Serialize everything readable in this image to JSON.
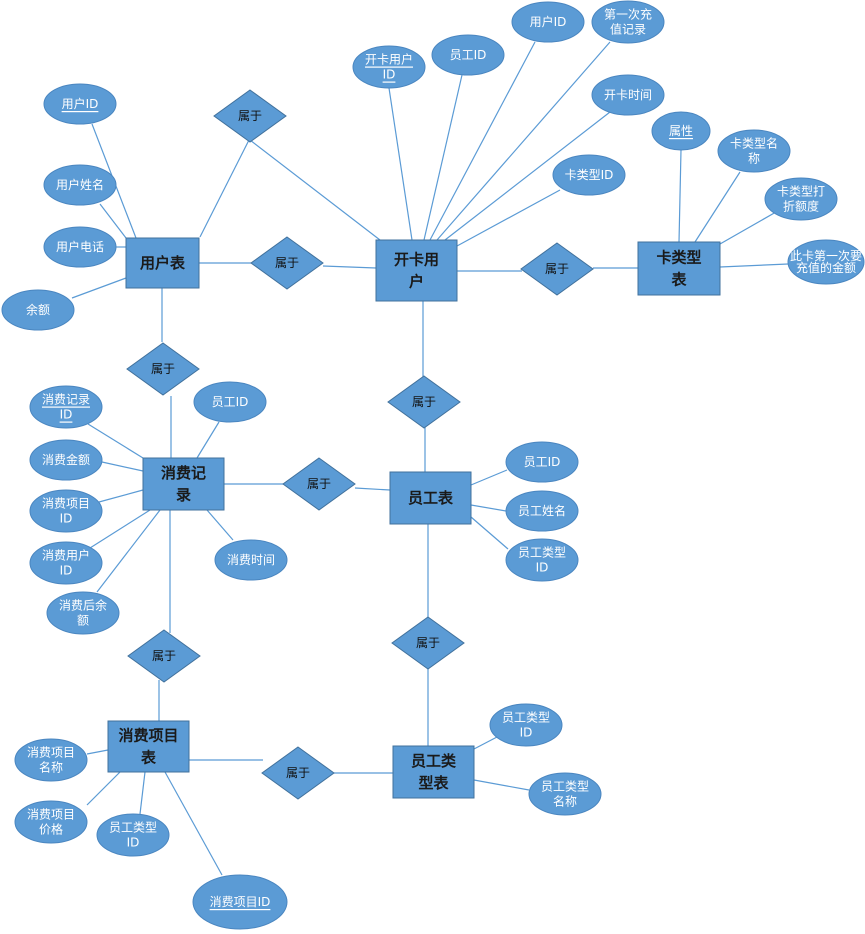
{
  "diagram": {
    "entities": [
      {
        "id": "user_table",
        "label": [
          "用户表"
        ]
      },
      {
        "id": "card_user",
        "label": [
          "开卡用",
          "户"
        ]
      },
      {
        "id": "card_type",
        "label": [
          "卡类型",
          "表"
        ]
      },
      {
        "id": "consume_record",
        "label": [
          "消费记",
          "录"
        ]
      },
      {
        "id": "employee",
        "label": [
          "员工表"
        ]
      },
      {
        "id": "consume_item",
        "label": [
          "消费项目",
          "表"
        ]
      },
      {
        "id": "employee_type",
        "label": [
          "员工类",
          "型表"
        ]
      }
    ],
    "relations": [
      {
        "id": "r_user_card",
        "label": "属于"
      },
      {
        "id": "r_user_card_top",
        "label": "属于"
      },
      {
        "id": "r_card_type",
        "label": "属于"
      },
      {
        "id": "r_user_record",
        "label": "属于"
      },
      {
        "id": "r_card_employee",
        "label": "属于"
      },
      {
        "id": "r_record_employee",
        "label": "属于"
      },
      {
        "id": "r_employee_type",
        "label": "属于"
      },
      {
        "id": "r_record_item",
        "label": "属于"
      },
      {
        "id": "r_item_emptype",
        "label": "属于"
      }
    ],
    "attributes": [
      {
        "id": "a_user_id",
        "label": [
          "用户ID"
        ],
        "key": true
      },
      {
        "id": "a_user_name",
        "label": [
          "用户姓名"
        ]
      },
      {
        "id": "a_user_phone",
        "label": [
          "用户电话"
        ]
      },
      {
        "id": "a_balance",
        "label": [
          "余额"
        ]
      },
      {
        "id": "a_cu_user_id",
        "label": [
          "开卡用户",
          "ID"
        ],
        "key": true
      },
      {
        "id": "a_cu_emp_id",
        "label": [
          "员工ID"
        ]
      },
      {
        "id": "a_cu_uid",
        "label": [
          "用户ID"
        ]
      },
      {
        "id": "a_cu_first",
        "label": [
          "第一次充",
          "值记录"
        ]
      },
      {
        "id": "a_cu_time",
        "label": [
          "开卡时间"
        ]
      },
      {
        "id": "a_cu_type",
        "label": [
          "卡类型ID"
        ]
      },
      {
        "id": "a_ct_attr",
        "label": [
          "属性"
        ],
        "key": true
      },
      {
        "id": "a_ct_name",
        "label": [
          "卡类型名",
          "称"
        ]
      },
      {
        "id": "a_ct_disc",
        "label": [
          "卡类型打",
          "折额度"
        ]
      },
      {
        "id": "a_ct_first",
        "label": [
          "此卡第一次要",
          "充值的金额"
        ],
        "small": true
      },
      {
        "id": "a_cr_id",
        "label": [
          "消费记录",
          "ID"
        ],
        "key": true
      },
      {
        "id": "a_cr_emp",
        "label": [
          "员工ID"
        ]
      },
      {
        "id": "a_cr_amount",
        "label": [
          "消费金额"
        ]
      },
      {
        "id": "a_cr_item",
        "label": [
          "消费项目",
          "ID"
        ]
      },
      {
        "id": "a_cr_user",
        "label": [
          "消费用户",
          "ID"
        ]
      },
      {
        "id": "a_cr_after",
        "label": [
          "消费后余",
          "额"
        ]
      },
      {
        "id": "a_cr_time",
        "label": [
          "消费时间"
        ]
      },
      {
        "id": "a_emp_id",
        "label": [
          "员工ID"
        ]
      },
      {
        "id": "a_emp_name",
        "label": [
          "员工姓名"
        ]
      },
      {
        "id": "a_emp_type",
        "label": [
          "员工类型",
          "ID"
        ]
      },
      {
        "id": "a_ci_name",
        "label": [
          "消费项目",
          "名称"
        ]
      },
      {
        "id": "a_ci_price",
        "label": [
          "消费项目",
          "价格"
        ]
      },
      {
        "id": "a_ci_emptype",
        "label": [
          "员工类型",
          "ID"
        ]
      },
      {
        "id": "a_ci_id",
        "label": [
          "消费项目ID"
        ],
        "key": true
      },
      {
        "id": "a_et_id",
        "label": [
          "员工类型",
          "ID"
        ]
      },
      {
        "id": "a_et_name",
        "label": [
          "员工类型",
          "名称"
        ]
      }
    ]
  }
}
